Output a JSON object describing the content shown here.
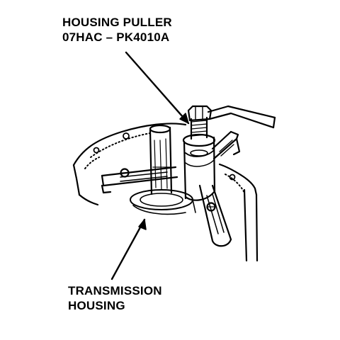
{
  "callouts": {
    "tool": {
      "line1": "HOUSING PULLER",
      "line2": "07HAC – PK4010A"
    },
    "part": {
      "line1": "TRANSMISSION",
      "line2": "HOUSING"
    }
  },
  "colors": {
    "ink": "#000000",
    "paper": "#ffffff"
  }
}
